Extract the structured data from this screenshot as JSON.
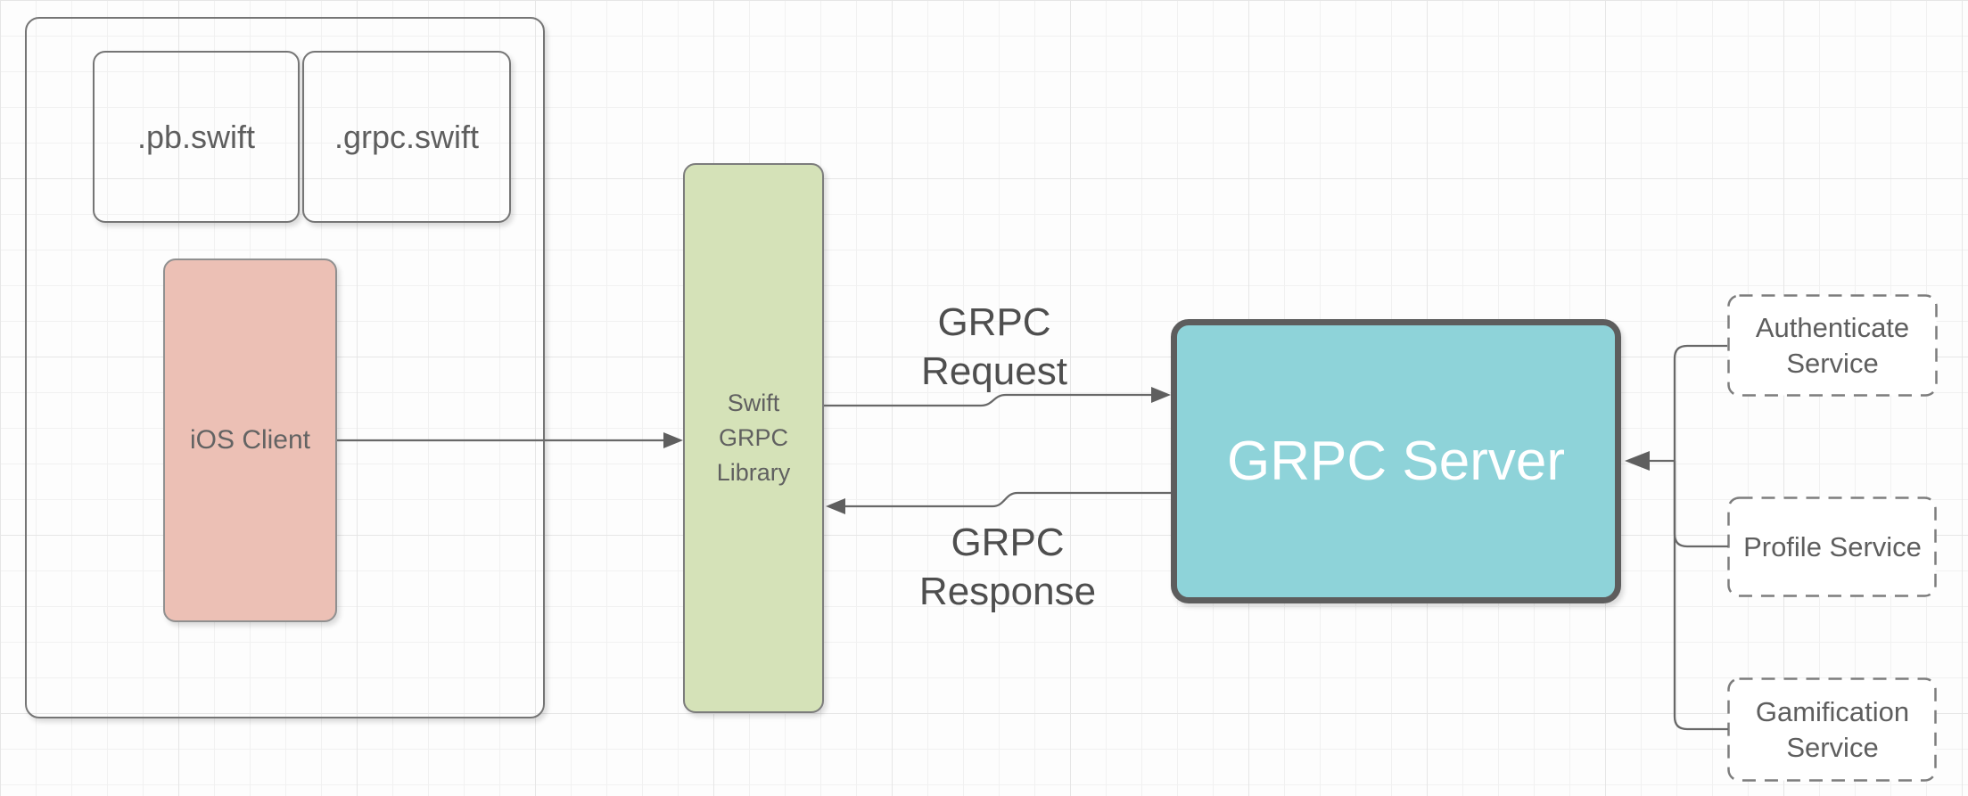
{
  "diagram": {
    "client_group": {
      "pb_swift_label": ".pb.swift",
      "grpc_swift_label": ".grpc.swift",
      "ios_client_label": "iOS Client"
    },
    "library_label": "Swift GRPC Library",
    "server_label": "GRPC Server",
    "services": {
      "authenticate_label": "Authenticate Service",
      "profile_label": "Profile Service",
      "gamification_label": "Gamification Service"
    },
    "edges": {
      "request_label": "GRPC Request",
      "response_label": "GRPC Response"
    },
    "palette": {
      "client_fill": "#ecc0b5",
      "library_fill": "#d5e2b8",
      "server_fill": "#8ed3d9",
      "server_border": "#5d5d5d",
      "box_border": "#757575",
      "connector": "#686868",
      "text": "#5e5e5e",
      "server_text": "#ffffff",
      "grid_minor": "#f1f1f1",
      "grid_major": "#e6e6e6"
    }
  }
}
